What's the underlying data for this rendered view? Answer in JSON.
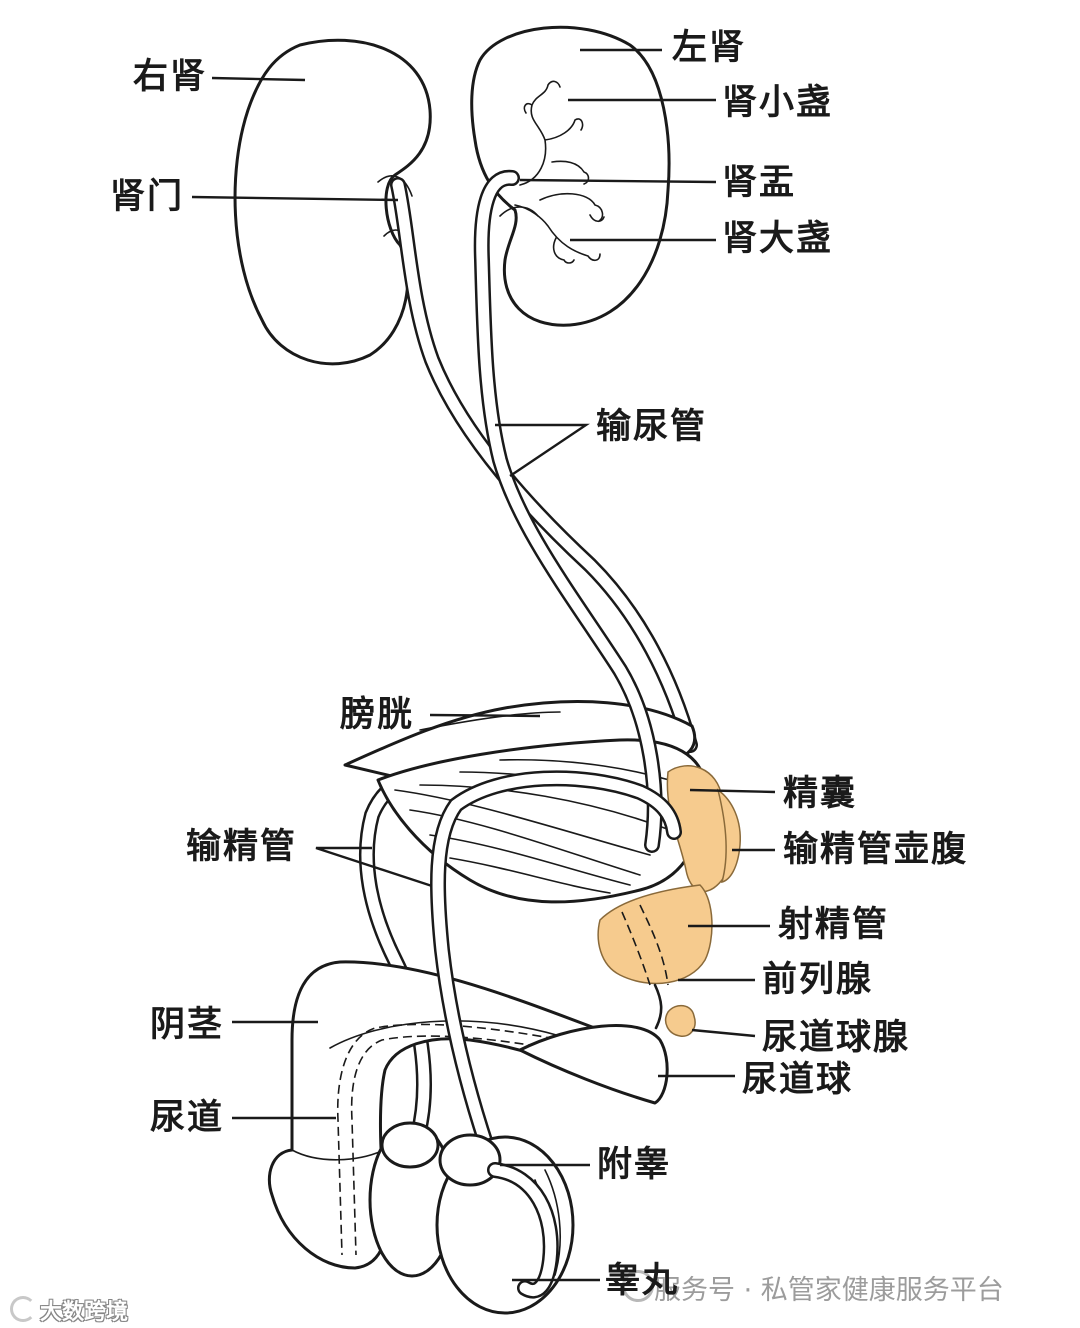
{
  "labels": {
    "right_kidney": "右肾",
    "renal_hilum": "肾门",
    "left_kidney": "左肾",
    "minor_calyx": "肾小盏",
    "renal_pelvis": "肾盂",
    "major_calyx": "肾大盏",
    "ureter": "输尿管",
    "bladder": "膀胱",
    "seminal_vesicle": "精囊",
    "vas_deferens": "输精管",
    "ampulla": "输精管壶腹",
    "ejaculatory_duct": "射精管",
    "prostate": "前列腺",
    "penis": "阴茎",
    "bulbourethral_gland": "尿道球腺",
    "urethral_bulb": "尿道球",
    "urethra": "尿道",
    "epididymis": "附睾",
    "testis": "睾丸"
  },
  "watermarks": {
    "wechat": "服务号 · 私管家健康服务平台",
    "logo": "大数跨境"
  },
  "colors": {
    "gland_fill": "#F6CB8E",
    "line": "#1a1a1a",
    "background": "#FFFFFF"
  }
}
